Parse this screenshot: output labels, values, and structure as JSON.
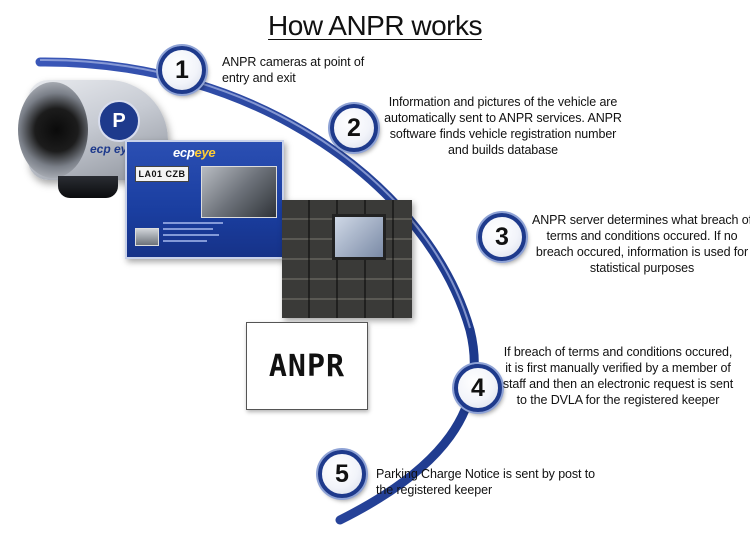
{
  "title": "How ANPR works",
  "colors": {
    "arc": "#1e3a8c",
    "badge_ring": "#1e3a8c",
    "screen": "#1a3ea0"
  },
  "illustrations": {
    "camera_logo": "P",
    "camera_brand": "ecp eye",
    "screen_brand_prefix": "ecp",
    "screen_brand_suffix": "eye",
    "plate_number": "LA01 CZB",
    "sign_label": "ANPR"
  },
  "steps": [
    {
      "number": "1",
      "text": "ANPR cameras at point of entry and exit"
    },
    {
      "number": "2",
      "text": "Information and pictures of the vehicle are automatically sent to ANPR services. ANPR software finds vehicle registration number and builds database"
    },
    {
      "number": "3",
      "text": "ANPR server determines what breach of terms and conditions occured. If no breach occured, information is used for statistical purposes"
    },
    {
      "number": "4",
      "text": "If breach of terms and conditions occured, it is first manually verified by a member of staff and then an electronic request is sent to the DVLA for the registered keeper"
    },
    {
      "number": "5",
      "text": "Parking Charge Notice is sent by post to the registered keeper"
    }
  ]
}
